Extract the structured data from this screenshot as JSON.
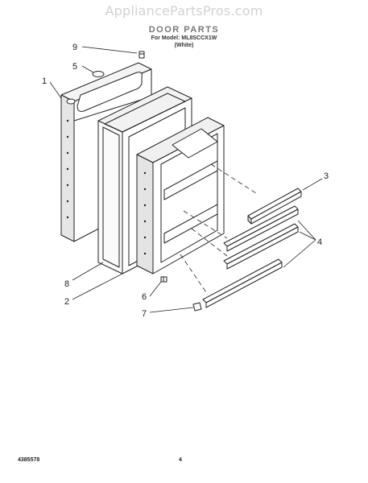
{
  "watermark": "AppliancePartsPros.com",
  "title": "DOOR PARTS",
  "model_line": "For Model: ML8SCCX1W",
  "model_variant": "(White)",
  "footer": {
    "doc_number": "4385578",
    "page_number": "4"
  },
  "callouts": [
    {
      "label": "9"
    },
    {
      "label": "5"
    },
    {
      "label": "1"
    },
    {
      "label": "3"
    },
    {
      "label": "4"
    },
    {
      "label": "8"
    },
    {
      "label": "6"
    },
    {
      "label": "2"
    },
    {
      "label": "7"
    }
  ]
}
